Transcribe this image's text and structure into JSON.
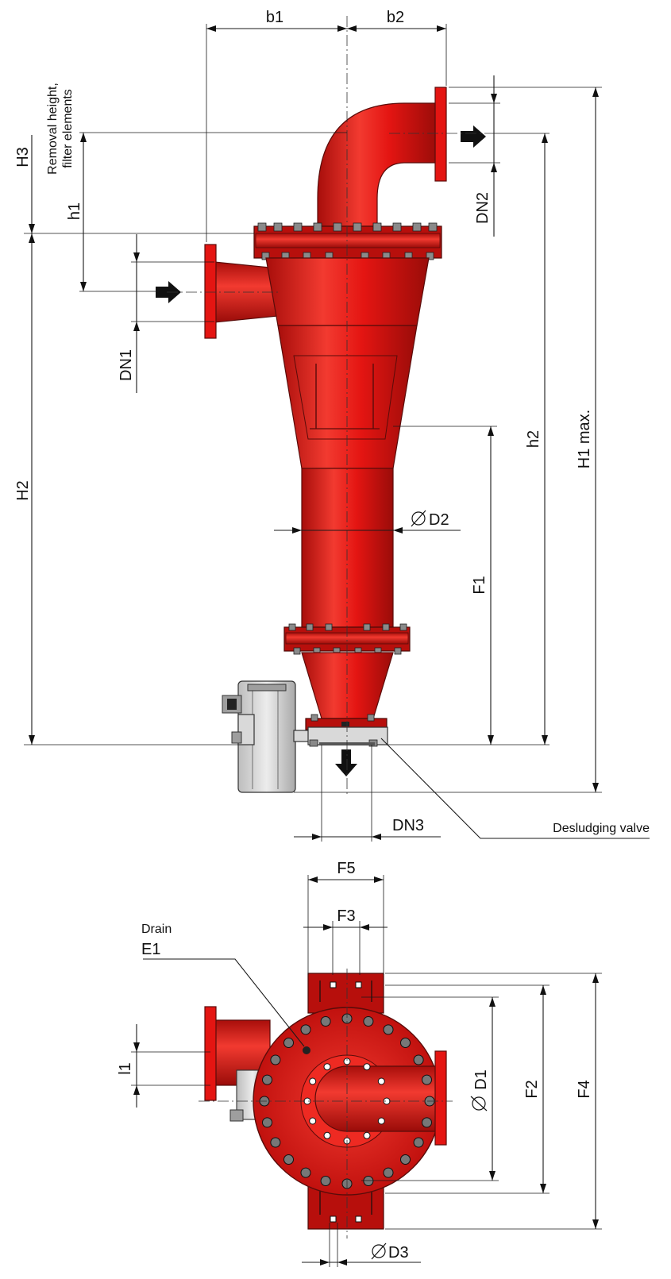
{
  "labels": {
    "b1": "b1",
    "b2": "b2",
    "H3": "H3",
    "removal_line1": "Removal height,",
    "removal_line2": "filter elements",
    "h1": "h1",
    "DN1": "DN1",
    "DN2": "DN2",
    "H2": "H2",
    "h2": "h2",
    "H1": "H1 max.",
    "D2": "D2",
    "F1": "F1",
    "DN3": "DN3",
    "desludging": "Desludging valve",
    "F5": "F5",
    "F3": "F3",
    "drain": "Drain",
    "E1": "E1",
    "l1": "l1",
    "D1": "D1",
    "F2": "F2",
    "F4": "F4",
    "D3": "D3"
  },
  "colors": {
    "body": "#e41512",
    "valve": "#d9d9d9",
    "lines": "#1a1a1a"
  }
}
